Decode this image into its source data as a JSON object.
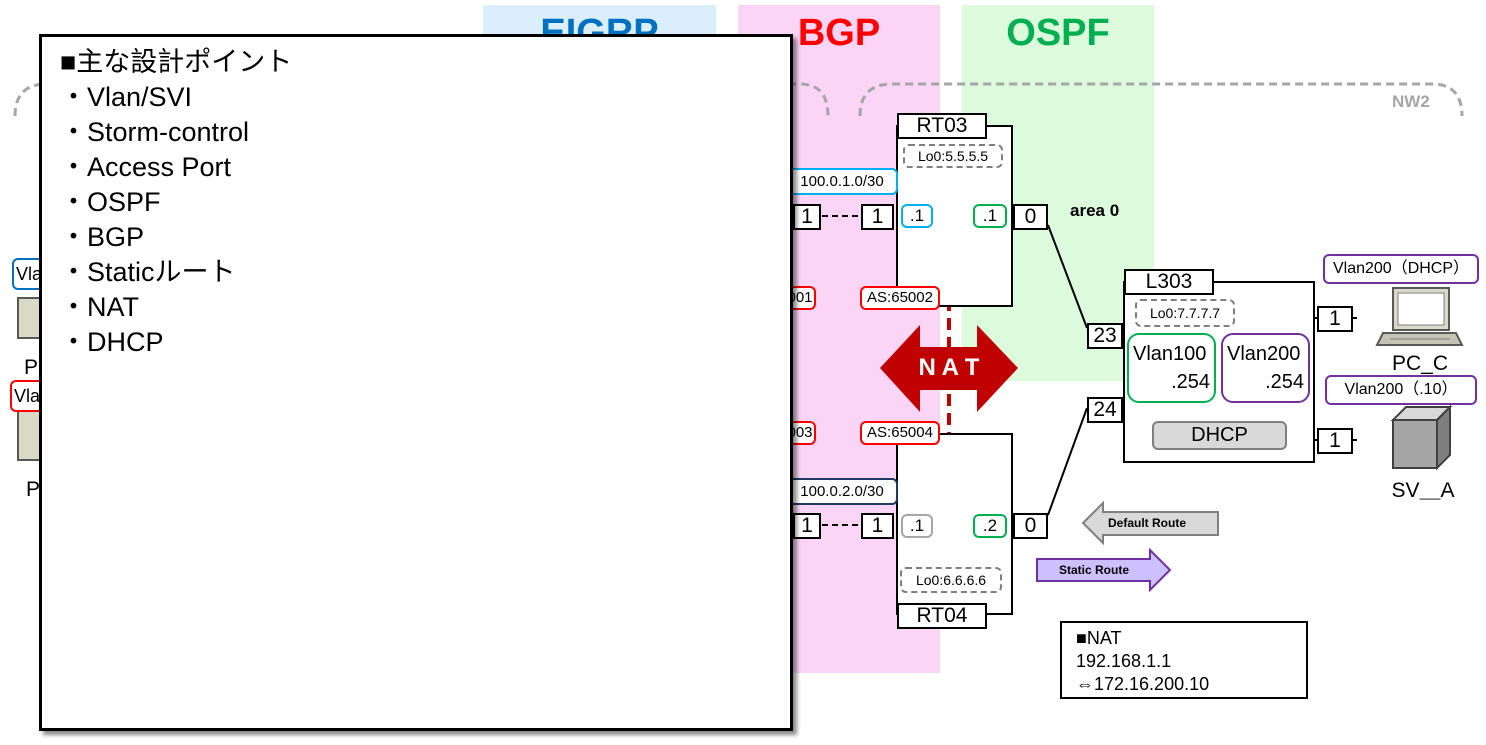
{
  "zones": {
    "eigrp": "EIGRP",
    "bgp": "BGP",
    "ospf": "OSPF",
    "nw2": "NW2"
  },
  "rt03": {
    "name": "RT03",
    "loopback": "Lo0:5.5.5.5",
    "net": "100.0.1.0/30",
    "left_port_peer": "1",
    "left_port": "1",
    "left_ip": ".1",
    "right_ip": ".1",
    "right_port": "0",
    "as": "AS:65002"
  },
  "rt04": {
    "name": "RT04",
    "loopback": "Lo0:6.6.6.6",
    "net": "100.0.2.0/30",
    "left_port_peer": "1",
    "left_port": "1",
    "left_ip": ".1",
    "right_ip": ".2",
    "right_port": "0",
    "as": "AS:65004"
  },
  "partial": {
    "as_top": "001",
    "as_bottom": "003",
    "vlan_a": "Vla",
    "vlan_b": "Vla",
    "pc_a": "P",
    "pc_b": "P"
  },
  "ospf_area": "area 0",
  "nat_arrow": "N A T",
  "l303": {
    "name": "L303",
    "loopback": "Lo0:7.7.7.7",
    "port_23": "23",
    "port_24": "24",
    "vlan100": "Vlan100",
    "vlan100_ip": ".254",
    "vlan200": "Vlan200",
    "vlan200_ip": ".254",
    "dhcp": "DHCP"
  },
  "pc_c": {
    "vlan": "Vlan200（DHCP）",
    "port": "1",
    "name": "PC_C"
  },
  "sv_a": {
    "vlan": "Vlan200（.10）",
    "port": "1",
    "name": "SV＿A"
  },
  "legend": {
    "default_route": "Default Route",
    "static_route": "Static Route"
  },
  "nat_box": {
    "title": "■NAT",
    "inside": "192.168.1.1",
    "outside": "⇔172.16.200.10"
  },
  "design_points": {
    "title": "■主な設計ポイント",
    "items": [
      "・Vlan/SVI",
      "・Storm-control",
      "・Access Port",
      "・OSPF",
      "・BGP",
      "・Staticルート",
      "・NAT",
      "・DHCP"
    ]
  },
  "colors": {
    "eigrp_bg": "#dbeefb",
    "eigrp_text": "#0070c0",
    "bgp_bg": "#fbd5f6",
    "bgp_text": "#ff0000",
    "ospf_bg": "#dcfadc",
    "ospf_text": "#00b050",
    "nat_red": "#c00000",
    "blue_tag": "#00b0f0",
    "green_tag": "#00b050",
    "purple_tag": "#7030a0",
    "red_tag": "#ff0000"
  }
}
